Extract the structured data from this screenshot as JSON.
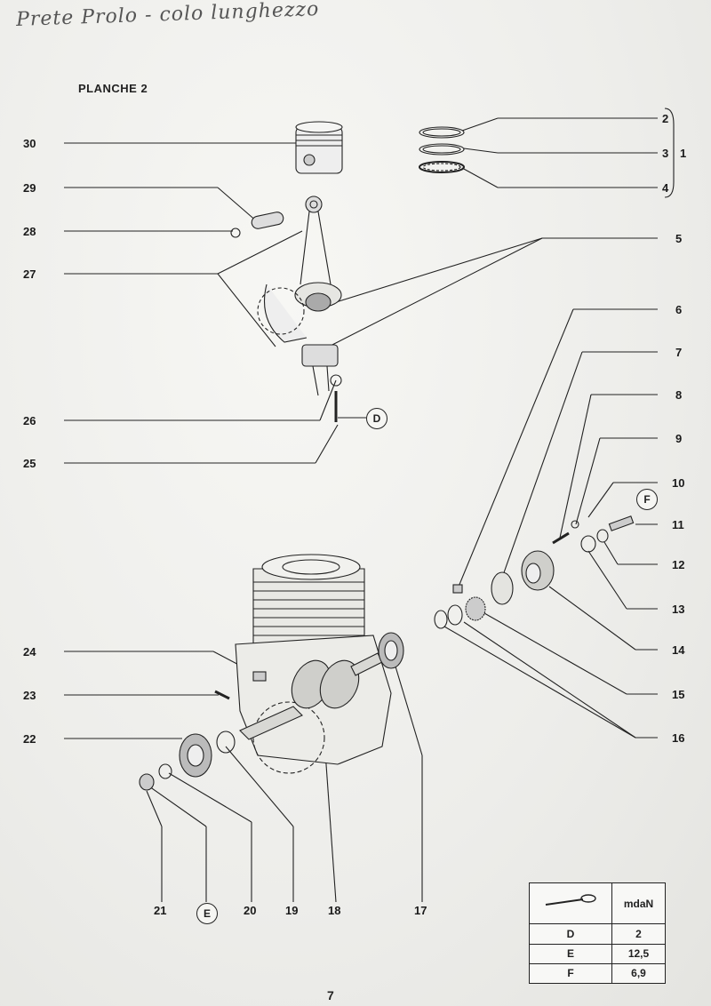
{
  "handwritten_note": "Prete Prolo - colo lunghezzo",
  "plate_title": "PLANCHE 2",
  "callouts": {
    "n1": "1",
    "n2": "2",
    "n3": "3",
    "n4": "4",
    "n5": "5",
    "n6": "6",
    "n7": "7",
    "n8": "8",
    "n9": "9",
    "n10": "10",
    "n11": "11",
    "n12": "12",
    "n13": "13",
    "n14": "14",
    "n15": "15",
    "n16": "16",
    "n17": "17",
    "n18": "18",
    "n19": "19",
    "n20": "20",
    "n21": "21",
    "n22": "22",
    "n23": "23",
    "n24": "24",
    "n25": "25",
    "n26": "26",
    "n27": "27",
    "n28": "28",
    "n29": "29",
    "n30": "30"
  },
  "torque_markers": {
    "d": "D",
    "e": "E",
    "f": "F"
  },
  "torque_table": {
    "unit_header": "mdaN",
    "rows": [
      {
        "key": "D",
        "value": "2"
      },
      {
        "key": "E",
        "value": "12,5"
      },
      {
        "key": "F",
        "value": "6,9"
      }
    ]
  },
  "page_number": "7"
}
